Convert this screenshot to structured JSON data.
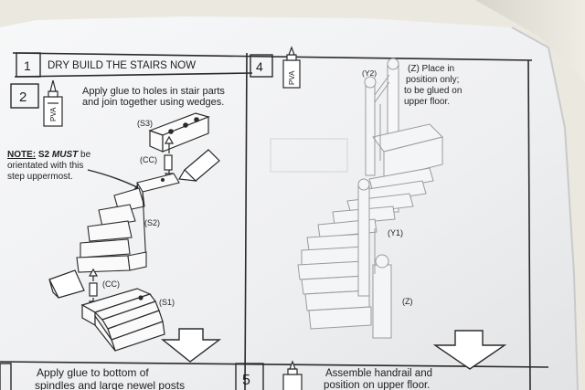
{
  "step1": {
    "number": "1",
    "title": "DRY BUILD THE STAIRS NOW"
  },
  "step2": {
    "number": "2",
    "glue_label": "PVA",
    "line1": "Apply glue to holes in stair parts",
    "line2": "and join together using wedges."
  },
  "note": {
    "prefix": "NOTE:",
    "part": " S2 ",
    "must": "MUST",
    "rest": " be",
    "line2": "orientated with this",
    "line3": "step uppermost."
  },
  "labels": {
    "s3": "(S3)",
    "cc_top": "(CC)",
    "s2": "(S2)",
    "cc_bottom": "(CC)",
    "s1": "(S1)"
  },
  "step4": {
    "number": "4",
    "glue_label": "PVA",
    "y2": "(Y2)",
    "line1": "(Z) Place in",
    "line2": "position only;",
    "line3": "to be glued on",
    "line4": "upper floor.",
    "y1": "(Y1)",
    "z": "(Z)"
  },
  "step3_partial": {
    "line1": "Apply glue to bottom of",
    "line2": "spindles and large newel posts"
  },
  "step5": {
    "number": "5",
    "line1": "Assemble handrail and",
    "line2": "position on upper floor."
  },
  "colors": {
    "paper": "#f4f5f6",
    "ink": "#1e1e1e",
    "background": "#e9e6dc"
  }
}
